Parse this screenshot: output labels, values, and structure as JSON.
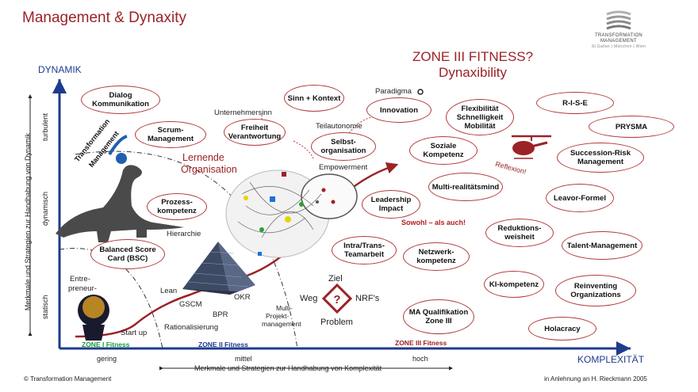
{
  "header": {
    "title": "Management & Dynaxity"
  },
  "zone_title": {
    "line1": "ZONE III FITNESS?",
    "line2": "Dynaxibility"
  },
  "logo": {
    "line1": "TRANSFORMATION",
    "line2": "MANAGEMENT",
    "line3": "St.Gallen | München | Wien"
  },
  "axes": {
    "y_title": "DYNAMIK",
    "x_title": "KOMPLEXITÄT",
    "y_caption": "Merkmale und Strategien zur Handhabung von Dynamik",
    "x_caption": "Merkmale und Strategien zur Handhabung von Komplexität",
    "y_levels": [
      "turbulent",
      "dynamisch",
      "statisch"
    ],
    "x_levels": [
      "gering",
      "mittel",
      "hoch"
    ]
  },
  "zones": [
    "ZONE I Fitness",
    "ZONE II Fitness",
    "ZONE III Fitness"
  ],
  "ellipses": [
    "Dialog Kommunikation",
    "Scrum-Management",
    "Prozess-kompetenz",
    "Balanced Score Card (BSC)",
    "Freiheit Verantwortung",
    "Sinn + Kontext",
    "Innovation",
    "Selbst-organisation",
    "Flexibilität Schnelligkeit Mobilität",
    "Soziale Kompetenz",
    "Multi-realitätsmind",
    "Leadership Impact",
    "Intra/Trans-Teamarbeit",
    "Netzwerk-kompetenz",
    "MA Qualifikation Zone III",
    "R-I-S-E",
    "PRYSMA",
    "Succession-Risk Management",
    "Leavor-Formel",
    "Reduktions-weisheit",
    "Talent-Management",
    "KI-kompetenz",
    "Reinventing Organizations",
    "Holacracy"
  ],
  "labels": {
    "unternehmersinn": "Unternehmersinn",
    "teilautonomie": "Teilautonomie",
    "paradigma": "Paradigma",
    "empowerment": "Empowerment",
    "lernende1": "Lernende",
    "lernende2": "Organisation",
    "hierarchie": "Hierarchie",
    "lean": "Lean",
    "gscm": "GSCM",
    "bpr": "BPR",
    "okr": "OKR",
    "rationalisierung": "Rationalisierung",
    "multiprojekt1": "Multi-",
    "multiprojekt2": "Projekt-",
    "multiprojekt3": "management",
    "entre1": "Entre-",
    "entre2": "preneur-",
    "startup": "Start up",
    "ziel": "Ziel",
    "weg": "Weg",
    "nrfs": "NRF's",
    "problem": "Problem",
    "sowohl": "Sowohl – als auch!",
    "reflexion": "Reflexion!",
    "transformation1": "Transformation",
    "transformation2": "Management"
  },
  "footer": {
    "left": "© Transformation Management",
    "right": "in Anlehnung an H. Rieckmann 2005"
  },
  "colors": {
    "accent": "#9b2226",
    "axis": "#1f3b8f",
    "zone1": "#1a9e3b",
    "zone2": "#1f3b8f",
    "zone3": "#9b2226"
  }
}
